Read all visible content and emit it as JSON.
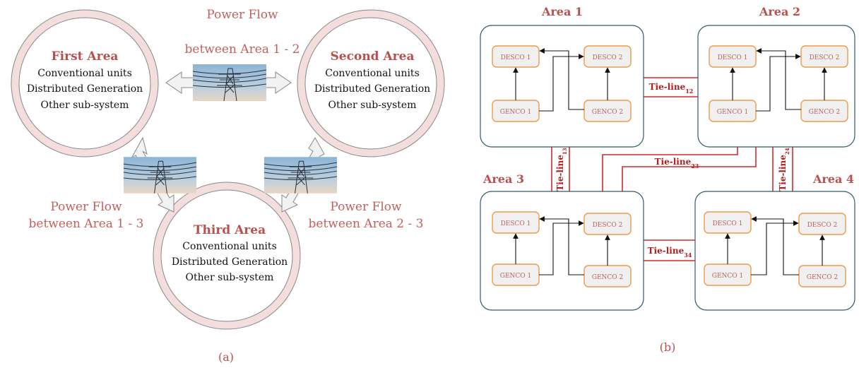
{
  "panel_a": {
    "first": {
      "title": "First Area",
      "l1": "Conventional units",
      "l2": "Distributed Generation",
      "l3": "Other sub-system"
    },
    "second": {
      "title": "Second Area",
      "l1": "Conventional units",
      "l2": "Distributed Generation",
      "l3": "Other sub-system"
    },
    "third": {
      "title": "Third Area",
      "l1": "Conventional units",
      "l2": "Distributed Generation",
      "l3": "Other sub-system"
    },
    "flow12": {
      "l1": "Power Flow",
      "l2": "between Area 1 - 2"
    },
    "flow13": {
      "l1": "Power Flow",
      "l2": "between Area 1 - 3"
    },
    "flow23": {
      "l1": "Power Flow",
      "l2": "between Area 2 - 3"
    },
    "caption": "(a)"
  },
  "panel_b": {
    "area1": "Area 1",
    "area2": "Area 2",
    "area3": "Area 3",
    "area4": "Area 4",
    "desco1": "DESCO 1",
    "desco2": "DESCO 2",
    "genco1": "GENCO 1",
    "genco2": "GENCO 2",
    "tie_prefix": "Tie-line",
    "tie12": "12",
    "tie13": "13",
    "tie23": "23",
    "tie24": "24",
    "tie34": "34",
    "caption": "(b)"
  },
  "colors": {
    "accent": "#b8514e",
    "ring": "#f4dedd",
    "area_border": "#2d5a6b",
    "box_border": "#ed9a4a",
    "box_fill": "#f0f0f0",
    "tie_line": "#d42a2a"
  }
}
